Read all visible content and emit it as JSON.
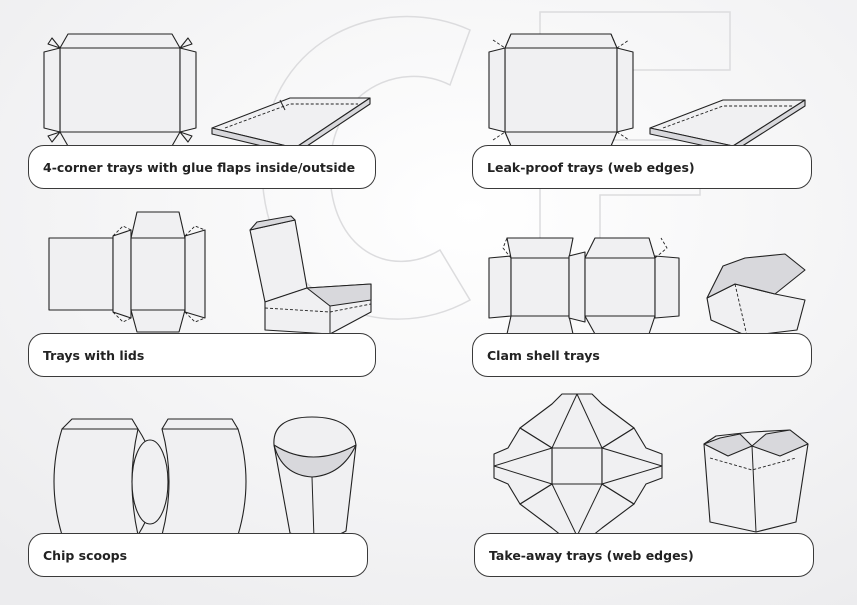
{
  "panels": [
    {
      "id": "four-corner",
      "label": "4-corner trays with glue flaps inside/outside",
      "icon": "tray-glue-flap-diagram"
    },
    {
      "id": "leak-proof",
      "label": "Leak-proof trays (web edges)",
      "icon": "leak-proof-tray-diagram"
    },
    {
      "id": "lids",
      "label": "Trays with lids",
      "icon": "tray-with-lid-diagram"
    },
    {
      "id": "clam",
      "label": "Clam shell trays",
      "icon": "clam-shell-tray-diagram"
    },
    {
      "id": "chips",
      "label": "Chip scoops",
      "icon": "chip-scoop-diagram"
    },
    {
      "id": "takeaway",
      "label": "Take-away trays (web edges)",
      "icon": "take-away-tray-diagram"
    }
  ],
  "watermark": {
    "icon": "logo-watermark",
    "color": "#e4e4e6"
  }
}
